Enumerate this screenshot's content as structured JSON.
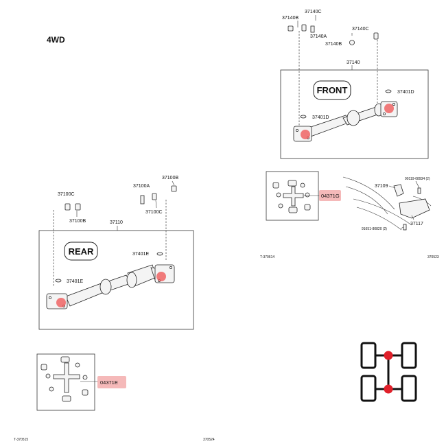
{
  "header": {
    "drive_label": "4WD"
  },
  "front": {
    "title": "FRONT",
    "parts": {
      "p37140C_top": "37140C",
      "p37140B_top": "37140B",
      "p37140A": "37140A",
      "p37140C_right": "37140C",
      "p37140B_right": "37140B",
      "p37140": "37140",
      "p37401D_right": "37401D",
      "p37401D_left": "37401D"
    }
  },
  "front_detail": {
    "kit_code": "04371G",
    "parts": {
      "p37109": "37109",
      "p90119": "90119-08934 (2)",
      "p91651": "91651-80820 (2)",
      "p37117": "37117"
    },
    "ref_left": "T-370614",
    "ref_right": "370523"
  },
  "rear": {
    "title": "REAR",
    "parts": {
      "p37100C_left": "37100C",
      "p37100B_left": "37100B",
      "p37100A": "37100A",
      "p37100B_right": "37100B",
      "p37100C_right": "37100C",
      "p37110": "37110",
      "p37401E_right": "37401E",
      "p37401E_left": "37401E"
    }
  },
  "rear_detail": {
    "kit_code": "04371E",
    "ref_left": "T-370515",
    "ref_right": "370524"
  },
  "icon": {
    "name": "4wd-drivetrain-icon",
    "accent": "#e0202a"
  }
}
